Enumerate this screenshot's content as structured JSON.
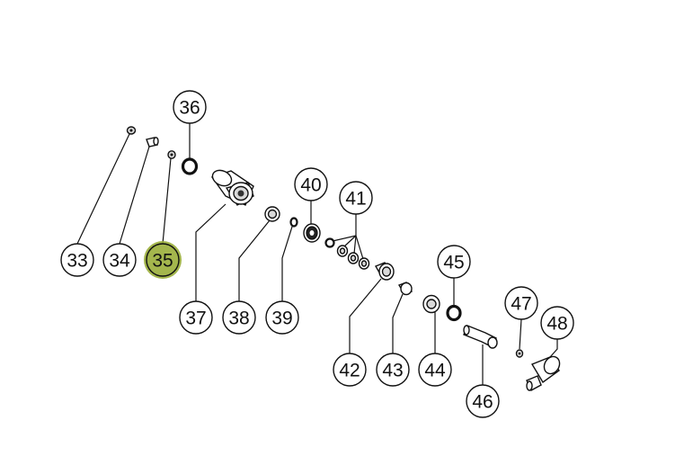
{
  "callouts": [
    {
      "id": "33",
      "label": "33",
      "highlighted": false
    },
    {
      "id": "34",
      "label": "34",
      "highlighted": false
    },
    {
      "id": "35",
      "label": "35",
      "highlighted": true
    },
    {
      "id": "36",
      "label": "36",
      "highlighted": false
    },
    {
      "id": "37",
      "label": "37",
      "highlighted": false
    },
    {
      "id": "38",
      "label": "38",
      "highlighted": false
    },
    {
      "id": "39",
      "label": "39",
      "highlighted": false
    },
    {
      "id": "40",
      "label": "40",
      "highlighted": false
    },
    {
      "id": "41",
      "label": "41",
      "highlighted": false
    },
    {
      "id": "42",
      "label": "42",
      "highlighted": false
    },
    {
      "id": "43",
      "label": "43",
      "highlighted": false
    },
    {
      "id": "44",
      "label": "44",
      "highlighted": false
    },
    {
      "id": "45",
      "label": "45",
      "highlighted": false
    },
    {
      "id": "46",
      "label": "46",
      "highlighted": false
    },
    {
      "id": "47",
      "label": "47",
      "highlighted": false
    },
    {
      "id": "48",
      "label": "48",
      "highlighted": false
    }
  ],
  "colors": {
    "highlight": "#9aae3a",
    "line": "#111111",
    "background": "#ffffff"
  }
}
